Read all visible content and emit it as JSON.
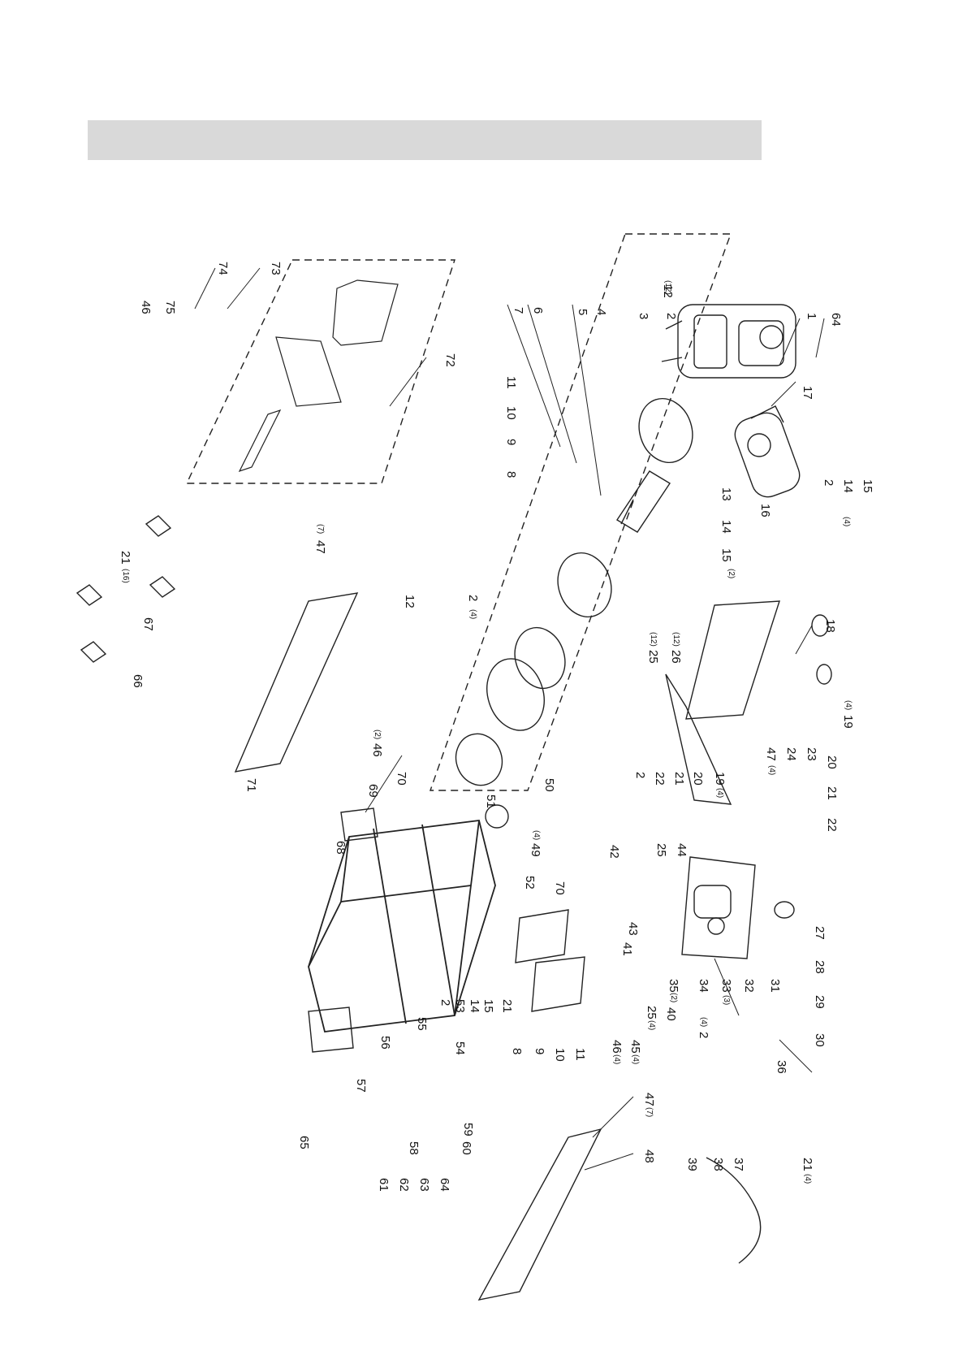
{
  "header": {
    "title": ""
  },
  "labels": [
    {
      "id": "64",
      "t": "64"
    },
    {
      "id": "1",
      "t": "1"
    },
    {
      "id": "12a",
      "t": "12"
    },
    {
      "id": "2a",
      "t": "2"
    },
    {
      "id": "3",
      "t": "3"
    },
    {
      "id": "4",
      "t": "4"
    },
    {
      "id": "5",
      "t": "5"
    },
    {
      "id": "6",
      "t": "6"
    },
    {
      "id": "7",
      "t": "7"
    },
    {
      "id": "17",
      "t": "17"
    },
    {
      "id": "15a",
      "t": "15"
    },
    {
      "id": "14a",
      "t": "14"
    },
    {
      "id": "2b",
      "t": "2"
    },
    {
      "id": "16",
      "t": "16"
    },
    {
      "id": "13",
      "t": "13"
    },
    {
      "id": "14b",
      "t": "14"
    },
    {
      "id": "15b",
      "t": "15"
    },
    {
      "id": "11",
      "t": "11"
    },
    {
      "id": "10",
      "t": "10"
    },
    {
      "id": "9",
      "t": "9"
    },
    {
      "id": "8",
      "t": "8"
    },
    {
      "id": "72",
      "t": "72"
    },
    {
      "id": "73",
      "t": "73"
    },
    {
      "id": "74",
      "t": "74"
    },
    {
      "id": "75",
      "t": "75"
    },
    {
      "id": "46a",
      "t": "46"
    },
    {
      "id": "47a",
      "t": "47"
    },
    {
      "id": "12b",
      "t": "12"
    },
    {
      "id": "2c",
      "t": "2"
    },
    {
      "id": "18",
      "t": "18"
    },
    {
      "id": "25a",
      "t": "25"
    },
    {
      "id": "26",
      "t": "26"
    },
    {
      "id": "19a",
      "t": "19"
    },
    {
      "id": "24",
      "t": "24"
    },
    {
      "id": "23",
      "t": "23"
    },
    {
      "id": "20a",
      "t": "20"
    },
    {
      "id": "21a",
      "t": "21"
    },
    {
      "id": "22a",
      "t": "22"
    },
    {
      "id": "47b",
      "t": "47"
    },
    {
      "id": "21b",
      "t": "21"
    },
    {
      "id": "67",
      "t": "67"
    },
    {
      "id": "66",
      "t": "66"
    },
    {
      "id": "71",
      "t": "71"
    },
    {
      "id": "46b",
      "t": "46"
    },
    {
      "id": "69",
      "t": "69"
    },
    {
      "id": "70a",
      "t": "70"
    },
    {
      "id": "68",
      "t": "68"
    },
    {
      "id": "51",
      "t": "51"
    },
    {
      "id": "50",
      "t": "50"
    },
    {
      "id": "49",
      "t": "49"
    },
    {
      "id": "52",
      "t": "52"
    },
    {
      "id": "19b",
      "t": "19"
    },
    {
      "id": "20b",
      "t": "20"
    },
    {
      "id": "21c",
      "t": "21"
    },
    {
      "id": "22b",
      "t": "22"
    },
    {
      "id": "2d",
      "t": "2"
    },
    {
      "id": "42",
      "t": "42"
    },
    {
      "id": "70b",
      "t": "70"
    },
    {
      "id": "44",
      "t": "44"
    },
    {
      "id": "25b",
      "t": "25"
    },
    {
      "id": "43",
      "t": "43"
    },
    {
      "id": "41",
      "t": "41"
    },
    {
      "id": "27",
      "t": "27"
    },
    {
      "id": "28",
      "t": "28"
    },
    {
      "id": "29",
      "t": "29"
    },
    {
      "id": "30",
      "t": "30"
    },
    {
      "id": "31",
      "t": "31"
    },
    {
      "id": "32",
      "t": "32"
    },
    {
      "id": "33",
      "t": "33"
    },
    {
      "id": "34",
      "t": "34"
    },
    {
      "id": "35",
      "t": "35"
    },
    {
      "id": "40",
      "t": "40"
    },
    {
      "id": "25c",
      "t": "25"
    },
    {
      "id": "45",
      "t": "45"
    },
    {
      "id": "46c",
      "t": "46"
    },
    {
      "id": "21d",
      "t": "21"
    },
    {
      "id": "15c",
      "t": "15"
    },
    {
      "id": "14c",
      "t": "14"
    },
    {
      "id": "53",
      "t": "53"
    },
    {
      "id": "2e",
      "t": "2"
    },
    {
      "id": "54",
      "t": "54"
    },
    {
      "id": "8b",
      "t": "8"
    },
    {
      "id": "9b",
      "t": "9"
    },
    {
      "id": "10b",
      "t": "10"
    },
    {
      "id": "11b",
      "t": "11"
    },
    {
      "id": "55",
      "t": "55"
    },
    {
      "id": "56",
      "t": "56"
    },
    {
      "id": "57",
      "t": "57"
    },
    {
      "id": "65",
      "t": "65"
    },
    {
      "id": "59",
      "t": "59"
    },
    {
      "id": "58",
      "t": "58"
    },
    {
      "id": "60",
      "t": "60"
    },
    {
      "id": "47c",
      "t": "47"
    },
    {
      "id": "48",
      "t": "48"
    },
    {
      "id": "61",
      "t": "61"
    },
    {
      "id": "62",
      "t": "62"
    },
    {
      "id": "63",
      "t": "63"
    },
    {
      "id": "64b",
      "t": "64"
    },
    {
      "id": "2f",
      "t": "2"
    },
    {
      "id": "36",
      "t": "36"
    },
    {
      "id": "37",
      "t": "37"
    },
    {
      "id": "38",
      "t": "38"
    },
    {
      "id": "39",
      "t": "39"
    },
    {
      "id": "21e",
      "t": "21"
    }
  ],
  "quantities": [
    {
      "id": "q2a",
      "t": "(12)"
    },
    {
      "id": "q15b",
      "t": "(2)"
    },
    {
      "id": "qbrace",
      "t": "(4)"
    },
    {
      "id": "q47a",
      "t": "(7)"
    },
    {
      "id": "q2c",
      "t": "(4)"
    },
    {
      "id": "q25a",
      "t": "(12)"
    },
    {
      "id": "q26",
      "t": "(12)"
    },
    {
      "id": "q19a",
      "t": "(4)"
    },
    {
      "id": "q47b",
      "t": "(4)"
    },
    {
      "id": "q21b",
      "t": "(16)"
    },
    {
      "id": "q46b",
      "t": "(2)"
    },
    {
      "id": "q49",
      "t": "(4)"
    },
    {
      "id": "q19b",
      "t": "(4)"
    },
    {
      "id": "q35",
      "t": "(2)"
    },
    {
      "id": "q33",
      "t": "(3)"
    },
    {
      "id": "q25c",
      "t": "(4)"
    },
    {
      "id": "q45",
      "t": "(4)"
    },
    {
      "id": "q46c",
      "t": "(4)"
    },
    {
      "id": "q47c",
      "t": "(7)"
    },
    {
      "id": "q2f",
      "t": "(4)"
    },
    {
      "id": "q21e",
      "t": "(4)"
    }
  ]
}
